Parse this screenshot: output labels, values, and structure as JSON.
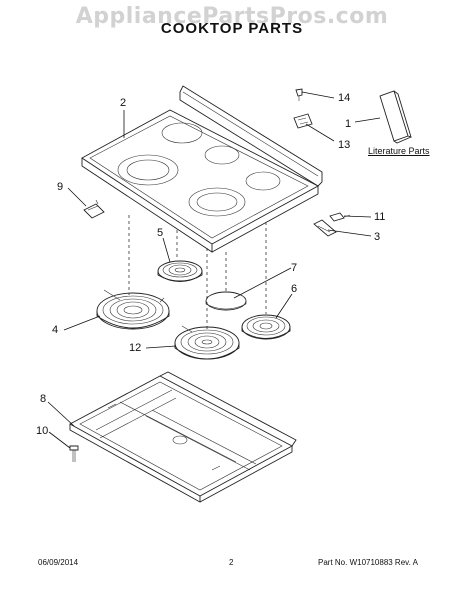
{
  "watermark": "AppliancePartsPros.com",
  "title": "COOKTOP PARTS",
  "callouts": {
    "c1": "1",
    "c2": "2",
    "c3": "3",
    "c4": "4",
    "c5": "5",
    "c6": "6",
    "c7": "7",
    "c8": "8",
    "c9": "9",
    "c10": "10",
    "c11": "11",
    "c12": "12",
    "c13": "13",
    "c14": "14"
  },
  "literature_label": "Literature Parts",
  "footer": {
    "date": "06/09/2014",
    "page": "2",
    "part": "Part No. W10710883  Rev. A"
  }
}
